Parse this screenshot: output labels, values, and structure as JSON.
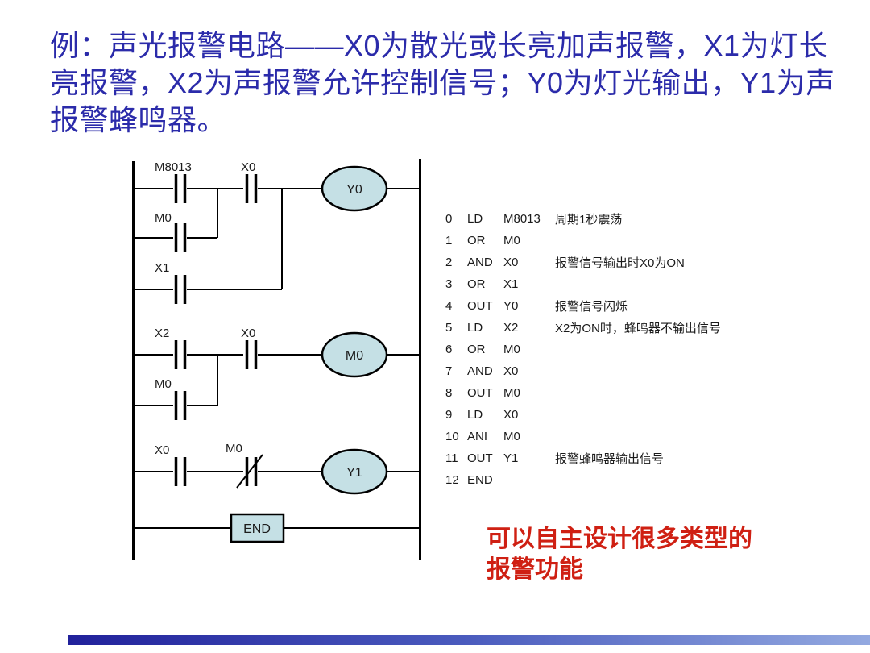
{
  "slide": {
    "title_lines": [
      "例：声光报警电路——X0为散光或长亮加声报警，X1为灯长",
      "亮报警，X2为声报警允许控制信号；Y0为灯光输出，Y1为声",
      "报警蜂鸣器。"
    ],
    "note_lines": [
      "可以自主设计很多类型的",
      "报警功能"
    ],
    "colors": {
      "title_blue": "#2b2baa",
      "note_red": "#cf2013",
      "coil_fill": "#c5e0e5",
      "line_black": "#000000",
      "bar_blue": "#21219b"
    }
  },
  "ladder": {
    "labels": {
      "rung1_contact1": "M8013",
      "rung1_contact2": "X0",
      "rung1_coil": "Y0",
      "branch_m0_top": "M0",
      "branch_x1": "X1",
      "rung2_contact1": "X2",
      "rung2_contact2": "X0",
      "rung2_coil": "M0",
      "branch_m0_mid": "M0",
      "rung3_contact1": "X0",
      "rung3_contact2": "M0",
      "rung3_coil": "Y1",
      "end_block": "END"
    }
  },
  "program": {
    "rows": [
      {
        "num": "0",
        "op": "LD",
        "arg": "M8013",
        "comment": "周期1秒震荡"
      },
      {
        "num": "1",
        "op": "OR",
        "arg": "M0",
        "comment": ""
      },
      {
        "num": "2",
        "op": "AND",
        "arg": "X0",
        "comment": "报警信号输出时X0为ON"
      },
      {
        "num": "3",
        "op": "OR",
        "arg": "X1",
        "comment": ""
      },
      {
        "num": "4",
        "op": "OUT",
        "arg": "Y0",
        "comment": "报警信号闪烁"
      },
      {
        "num": "5",
        "op": "LD",
        "arg": "X2",
        "comment": "X2为ON时，蜂鸣器不输出信号"
      },
      {
        "num": "6",
        "op": "OR",
        "arg": "M0",
        "comment": ""
      },
      {
        "num": "7",
        "op": "AND",
        "arg": "X0",
        "comment": ""
      },
      {
        "num": "8",
        "op": "OUT",
        "arg": "M0",
        "comment": ""
      },
      {
        "num": "9",
        "op": "LD",
        "arg": "X0",
        "comment": ""
      },
      {
        "num": "10",
        "op": "ANI",
        "arg": "M0",
        "comment": ""
      },
      {
        "num": "11",
        "op": "OUT",
        "arg": "Y1",
        "comment": "报警蜂鸣器输出信号"
      },
      {
        "num": "12",
        "op": "END",
        "arg": "",
        "comment": ""
      }
    ]
  }
}
